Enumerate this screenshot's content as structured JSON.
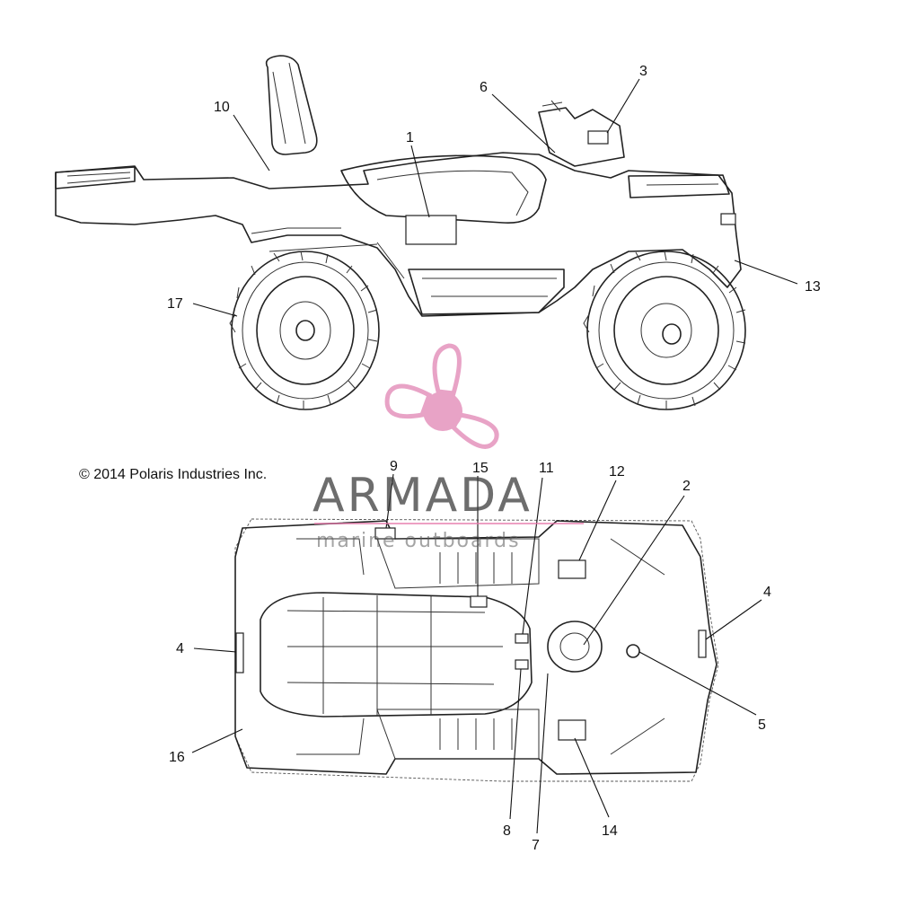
{
  "diagram": {
    "copyright": "© 2014 Polaris Industries Inc.",
    "watermark": {
      "name": "ARMADA",
      "sub": "marine outboards",
      "color": "#e493bd"
    },
    "side_view": {
      "callouts": [
        {
          "id": "c1",
          "label": "1"
        },
        {
          "id": "c3",
          "label": "3"
        },
        {
          "id": "c6",
          "label": "6"
        },
        {
          "id": "c10",
          "label": "10"
        },
        {
          "id": "c13",
          "label": "13"
        },
        {
          "id": "c17",
          "label": "17"
        }
      ]
    },
    "top_view": {
      "callouts": [
        {
          "id": "c2",
          "label": "2"
        },
        {
          "id": "c4a",
          "label": "4"
        },
        {
          "id": "c4b",
          "label": "4"
        },
        {
          "id": "c5",
          "label": "5"
        },
        {
          "id": "c7",
          "label": "7"
        },
        {
          "id": "c8",
          "label": "8"
        },
        {
          "id": "c9",
          "label": "9"
        },
        {
          "id": "c11",
          "label": "11"
        },
        {
          "id": "c12",
          "label": "12"
        },
        {
          "id": "c14",
          "label": "14"
        },
        {
          "id": "c15",
          "label": "15"
        },
        {
          "id": "c16",
          "label": "16"
        }
      ]
    }
  }
}
